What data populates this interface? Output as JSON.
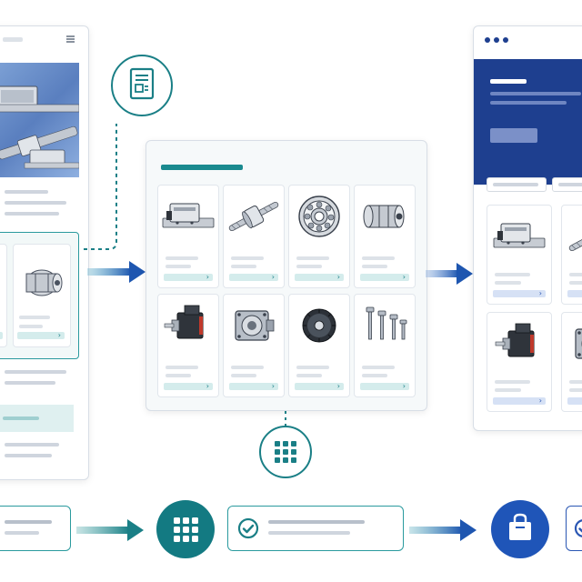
{
  "diagram": {
    "steps": [
      {
        "id": "source-page",
        "kind": "web-page",
        "accent": "#1a7f86"
      },
      {
        "id": "document-extraction",
        "kind": "icon",
        "icon": "document-image-icon"
      },
      {
        "id": "product-catalog-grid",
        "kind": "catalog",
        "accent": "#1a7f86"
      },
      {
        "id": "catalog-grid-view",
        "kind": "icon",
        "icon": "grid-icon"
      },
      {
        "id": "output-page",
        "kind": "web-page",
        "accent": "#1e3f8f"
      }
    ],
    "catalog_products": [
      {
        "icon": "linear-guide-block-icon"
      },
      {
        "icon": "ball-screw-icon"
      },
      {
        "icon": "ball-bearing-icon"
      },
      {
        "icon": "shaft-coupling-icon"
      },
      {
        "icon": "servo-motor-icon"
      },
      {
        "icon": "gearbox-icon"
      },
      {
        "icon": "timing-pulley-icon"
      },
      {
        "icon": "bolts-icon"
      }
    ],
    "output_products": [
      {
        "icon": "linear-guide-block-icon"
      },
      {
        "icon": "ball-screw-icon"
      },
      {
        "icon": "servo-motor-icon"
      },
      {
        "icon": "gearbox-icon"
      }
    ],
    "flow_bar": [
      {
        "kind": "input-box"
      },
      {
        "kind": "grid-circle",
        "icon": "grid-icon"
      },
      {
        "kind": "checked-input",
        "icon": "check-icon"
      },
      {
        "kind": "bag-circle",
        "icon": "shopping-bag-icon"
      },
      {
        "kind": "check-circle",
        "icon": "check-icon"
      }
    ],
    "colors": {
      "teal": "#1a7f86",
      "teal_light": "#d4ecec",
      "navy": "#1e3f8f",
      "blue": "#2a56b3",
      "blue_light": "#d6e1f5",
      "line_gray": "#cfd5de"
    }
  }
}
